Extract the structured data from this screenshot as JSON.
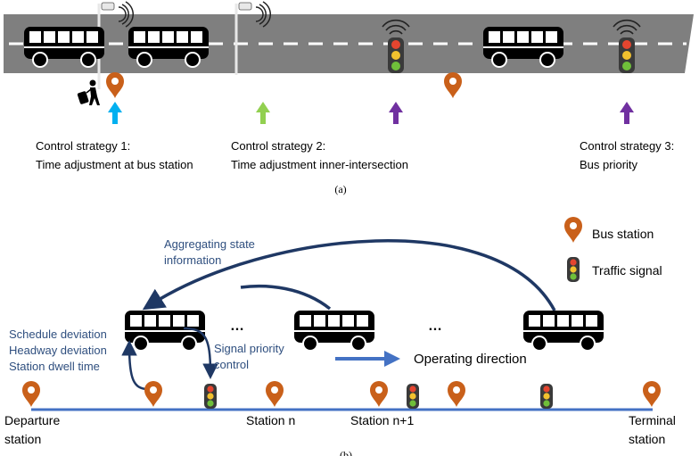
{
  "panel_a": {
    "strategies": [
      {
        "line1": "Control strategy 1:",
        "line2": "Time adjustment at bus station"
      },
      {
        "line1": "Control strategy 2:",
        "line2": "Time adjustment inner-intersection"
      },
      {
        "line1": "Control strategy 3:",
        "line2": "Bus priority"
      }
    ],
    "caption": "(a)",
    "icons": [
      "bus-icon",
      "camera-icon",
      "traffic-light-icon",
      "bus-station-pin-icon",
      "pedestrian-luggage-icon",
      "arrow-up-icon"
    ]
  },
  "panel_b": {
    "aggregating_line1": "Aggregating state",
    "aggregating_line2": "information",
    "deviations": [
      "Schedule deviation",
      "Headway deviation",
      "Station dwell time"
    ],
    "signal_line1": "Signal priority",
    "signal_line2": "control",
    "ellipsis": "…",
    "operating_direction": "Operating direction",
    "departure_line1": "Departure",
    "departure_line2": "station",
    "station_n": "Station n",
    "station_n1": "Station n+1",
    "terminal_line1": "Terminal",
    "terminal_line2": "station",
    "caption": "(b)",
    "legend": {
      "bus_station": "Bus station",
      "traffic_signal": "Traffic signal"
    }
  },
  "colors": {
    "road": "#7f7f7f",
    "pin": "#c9601a",
    "text_blue": "#2f4f7f",
    "navy": "#1f3864",
    "line_blue": "#4472c4",
    "arrow_cyan": "#00b0f0",
    "arrow_green": "#92d050",
    "arrow_purple": "#7030a0"
  }
}
